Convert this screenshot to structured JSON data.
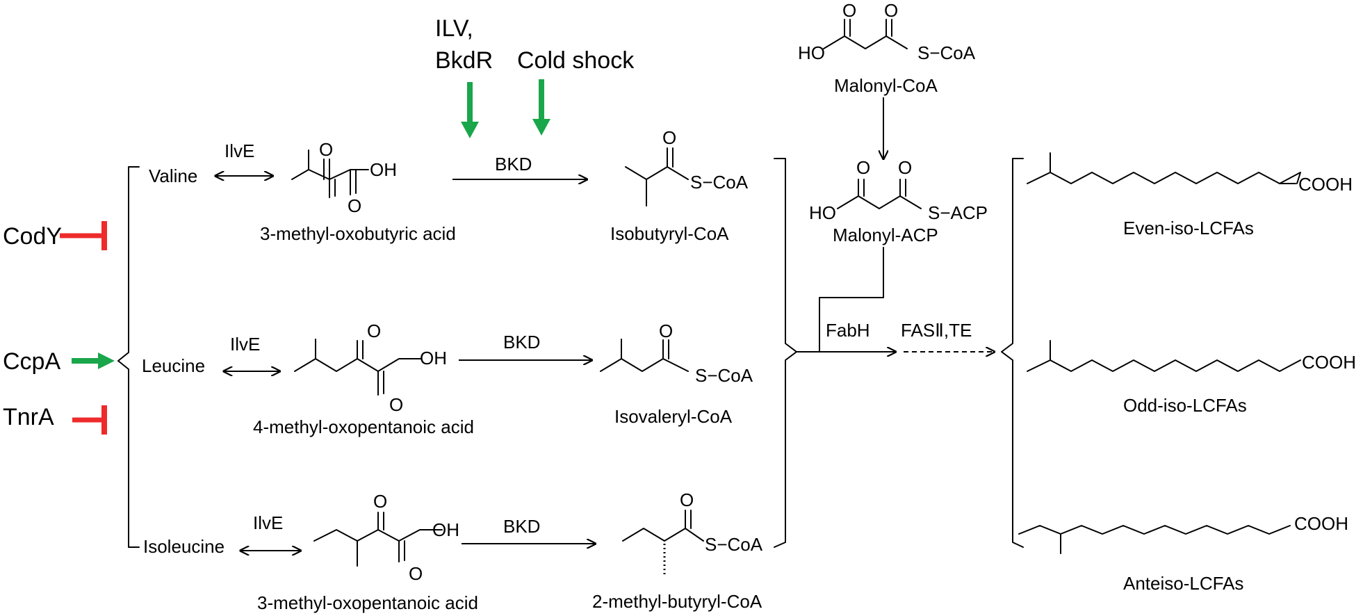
{
  "regulators": {
    "codY": "CodY",
    "ccpA": "CcpA",
    "tnrA": "TnrA",
    "ilv": "ILV,",
    "bkdR": "BkdR",
    "cold_shock": "Cold shock"
  },
  "amino_acids": {
    "valine": "Valine",
    "leucine": "Leucine",
    "isoleucine": "Isoleucine"
  },
  "enzymes": {
    "ilve1": "IlvE",
    "ilve2": "IlvE",
    "ilve3": "IlvE",
    "bkd1": "BKD",
    "bkd2": "BKD",
    "bkd3": "BKD",
    "fabH": "FabH",
    "fas_te": "FASⅡ,TE"
  },
  "keto_acids": {
    "k1": "3-methyl-oxobutyric acid",
    "k2": "4-methyl-oxopentanoic acid",
    "k3": "3-methyl-oxopentanoic acid"
  },
  "acyl_coas": {
    "a1": "Isobutyryl-CoA",
    "a2": "Isovaleryl-CoA",
    "a3": "2-methyl-butyryl-CoA"
  },
  "malonyl": {
    "coa": "Malonyl-CoA",
    "acp": "Malonyl-ACP"
  },
  "products": {
    "even": "Even-iso-LCFAs",
    "odd": "Odd-iso-LCFAs",
    "anteiso": "Anteiso-LCFAs"
  },
  "atoms": {
    "O": "O",
    "OH": "OH",
    "HO": "HO",
    "S_CoA": "S−CoA",
    "S_ACP": "S−ACP",
    "COOH": "COOH"
  },
  "colors": {
    "activate": "#1aa64a",
    "inhibit": "#ee2b2b"
  }
}
